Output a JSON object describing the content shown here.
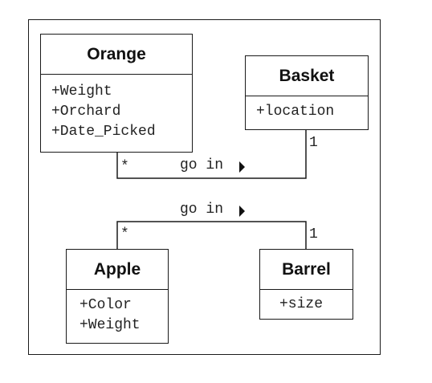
{
  "classes": {
    "orange": {
      "name": "Orange",
      "attributes": [
        "+Weight",
        "+Orchard",
        "+Date_Picked"
      ]
    },
    "basket": {
      "name": "Basket",
      "attributes": [
        "+location"
      ]
    },
    "apple": {
      "name": "Apple",
      "attributes": [
        "+Color",
        "+Weight"
      ]
    },
    "barrel": {
      "name": "Barrel",
      "attributes": [
        "+size"
      ]
    }
  },
  "associations": {
    "orange_basket": {
      "label": "go in",
      "source_multiplicity": "*",
      "target_multiplicity": "1"
    },
    "apple_barrel": {
      "label": "go in",
      "source_multiplicity": "*",
      "target_multiplicity": "1"
    }
  }
}
